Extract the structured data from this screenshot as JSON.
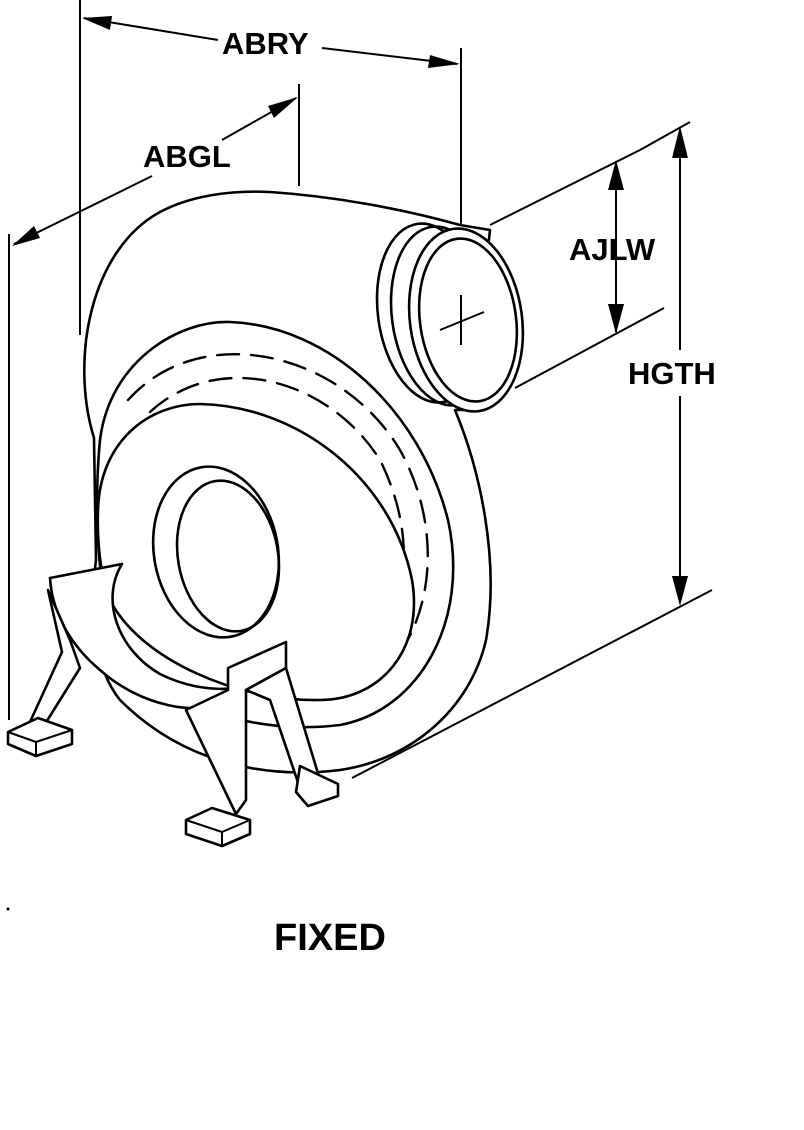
{
  "dimension_labels": {
    "overall_length": "ABRY",
    "base_length": "ABGL",
    "outlet_width": "AJLW",
    "height": "HGTH"
  },
  "caption": "FIXED"
}
